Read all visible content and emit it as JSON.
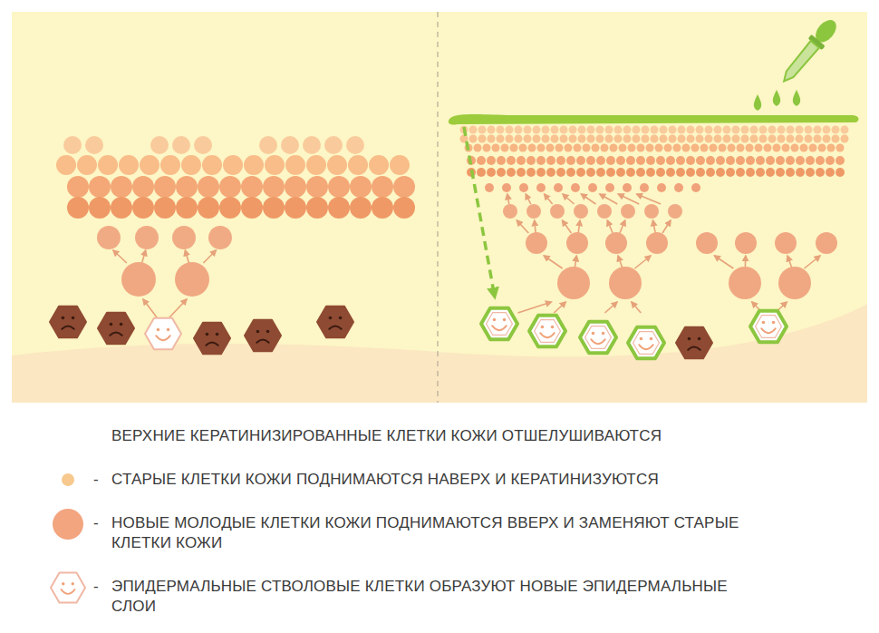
{
  "diagram": {
    "labels": [
      "-",
      "-",
      "-"
    ],
    "legend": [
      {
        "text": "ВЕРХНИЕ КЕРАТИНИЗИРОВАННЫЕ КЛЕТКИ КОЖИ ОТШЕЛУШИВАЮТСЯ"
      },
      {
        "text": "СТАРЫЕ КЛЕТКИ КОЖИ ПОДНИМАЮТСЯ НАВЕРХ И КЕРАТИНИЗУЮТСЯ",
        "color": "#f7c98e"
      },
      {
        "text": "НОВЫЕ МОЛОДЫЕ КЛЕТКИ КОЖИ ПОДНИМАЮТСЯ ВВЕРХ И ЗАМЕНЯЮТ СТАРЫЕ КЛЕТКИ КОЖИ",
        "color": "#f2a57f"
      },
      {
        "text": "ЭПИДЕРМАЛЬНЫЕ СТВОЛОВЫЕ КЛЕТКИ ОБРАЗУЮТ НОВЫЕ ЭПИДЕРМАЛЬНЫЕ СЛОИ"
      }
    ]
  }
}
